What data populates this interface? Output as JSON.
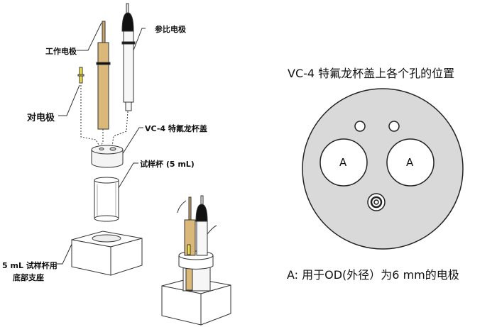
{
  "left_diagram": {
    "labels": {
      "working_electrode": "工作电极",
      "reference_electrode": "参比电极",
      "counter_electrode": "对电极",
      "cap": "VC-4 特氟龙杯盖",
      "sample_cup": "试样杯 (5 mL)",
      "base_line1": "5 mL 试样杯用",
      "base_line2": "底部支座"
    }
  },
  "right_diagram": {
    "title": "VC-4 特氟龙杯盖上各个孔的位置",
    "hole_label_left": "A",
    "hole_label_right": "A",
    "caption": "A: 用于OD(外径）为6 mm的电极"
  },
  "colors": {
    "brass": "#d9b87a",
    "lid": "#d9d9d9",
    "black": "#111111",
    "yellow": "#f0e040"
  }
}
